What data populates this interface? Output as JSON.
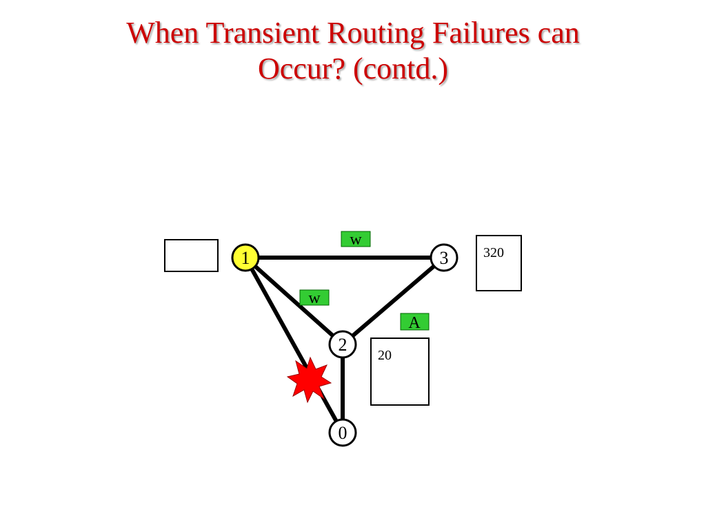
{
  "slide": {
    "title_line1": "When Transient Routing Failures can",
    "title_line2": "Occur? (contd.)"
  },
  "colors": {
    "title": "#cc0000",
    "node_fill": "#ffffff",
    "highlight_node_fill": "#ffff33",
    "message_fill": "#33cc33",
    "failure": "#ff0000"
  },
  "nodes": [
    {
      "id": "1",
      "label": "1",
      "highlighted": true
    },
    {
      "id": "3",
      "label": "3",
      "highlighted": false
    },
    {
      "id": "2",
      "label": "2",
      "highlighted": false
    },
    {
      "id": "0",
      "label": "0",
      "highlighted": false
    }
  ],
  "links": [
    {
      "from": "1",
      "to": "3"
    },
    {
      "from": "1",
      "to": "2"
    },
    {
      "from": "1",
      "to": "0",
      "failed": true
    },
    {
      "from": "3",
      "to": "2"
    },
    {
      "from": "2",
      "to": "0"
    }
  ],
  "messages": [
    {
      "label": "w",
      "link": "1-3"
    },
    {
      "label": "w",
      "link": "1-2"
    },
    {
      "label": "A",
      "link": "3-2"
    }
  ],
  "tables": [
    {
      "node": "1",
      "content": ""
    },
    {
      "node": "3",
      "content": "320"
    },
    {
      "node": "2",
      "content": "20"
    }
  ]
}
